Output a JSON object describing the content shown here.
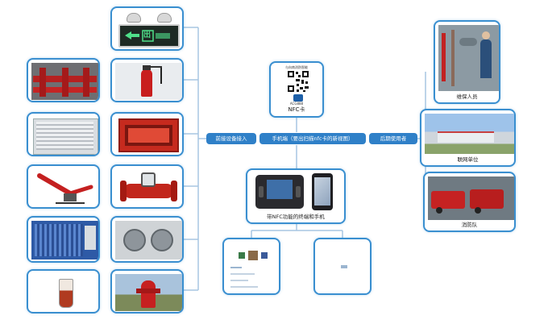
{
  "hub": {
    "left_label": "前接设备接入",
    "center_label": "手机端（要出扫描nfc卡的新视图）",
    "right_label": "后期使用者"
  },
  "nfc_card": {
    "qr_title": "与向南消防智能",
    "qr_id": "ACG888",
    "caption": "NFC卡"
  },
  "devices_panel": {
    "caption": "带NFC功能的终端和手机"
  },
  "users": [
    {
      "caption": "维保人员"
    },
    {
      "caption": "联网单位"
    },
    {
      "caption": "消防队"
    }
  ],
  "exit_sign": {
    "text": "出"
  },
  "colors": {
    "accent": "#2f80c8",
    "border": "#3a8fd0",
    "line": "#a7c6e2"
  }
}
